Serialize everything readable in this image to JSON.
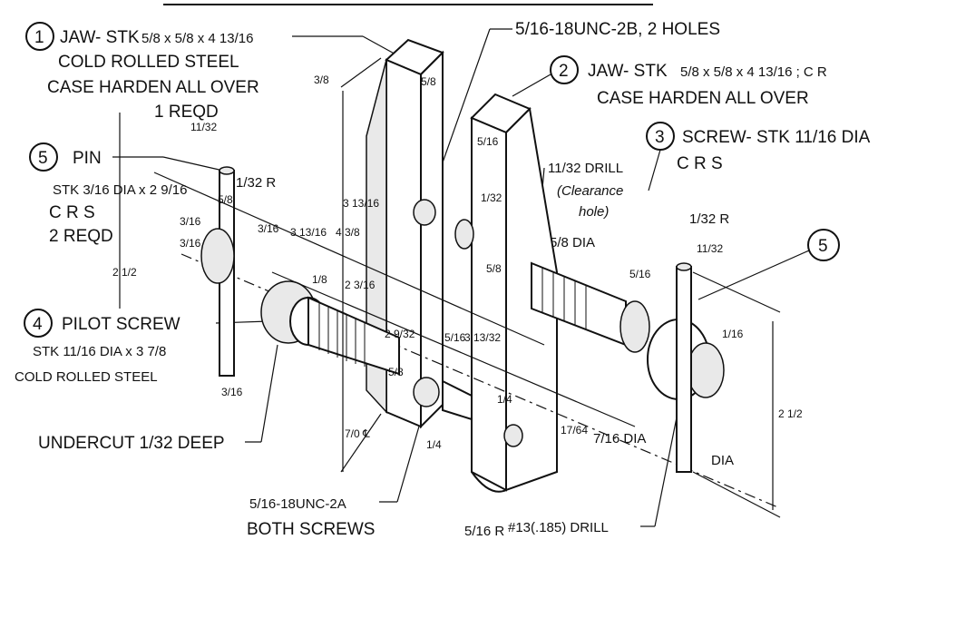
{
  "parts": {
    "p1": {
      "num": "1",
      "line1": "JAW- STK",
      "size": "5/8 x 5/8 x 4 13/16",
      "line2": "COLD ROLLED STEEL",
      "line3": "CASE HARDEN ALL OVER",
      "line4": "1 REQD"
    },
    "p2": {
      "num": "2",
      "line1": "JAW- STK",
      "size": "5/8 x 5/8 x 4 13/16 ; C R",
      "line2": "CASE HARDEN ALL OVER"
    },
    "p3": {
      "num": "3",
      "line1": "SCREW- STK 11/16 DIA",
      "line2": "C R S"
    },
    "p4": {
      "num": "4",
      "line1": "PILOT SCREW",
      "line2": "STK 11/16 DIA x 3 7/8",
      "line3": "COLD ROLLED STEEL"
    },
    "p5": {
      "num": "5",
      "line1": "PIN",
      "line2": "STK 3/16 DIA x 2 9/16",
      "line3": "C R S",
      "line4": "2 REQD"
    },
    "p5b": {
      "num": "5"
    }
  },
  "notes": {
    "holes": "5/16-18UNC-2B, 2 HOLES",
    "drill": "11/32 DRILL",
    "clearance": "(Clearance",
    "hole": "hole)",
    "undercut": "UNDERCUT 1/32 DEEP",
    "screws_a": "5/16-18UNC-2A",
    "screws_b": "BOTH SCREWS",
    "drill185": "#13(.185) DRILL",
    "dia58": "5/8 DIA",
    "dia716": "7/16 DIA",
    "dia": "DIA",
    "r516": "5/16 R",
    "r132a": "1/32 R",
    "r132b": "1/32 R",
    "cl": "7/0 ℄"
  },
  "dims": {
    "d_11_32": "11/32",
    "d_5_8_a": "5/8",
    "d_3_16_a": "3/16",
    "d_3_16_b": "3/16",
    "d_3_16_c": "3/16",
    "d_1_16": "1/16",
    "d_1_8": "1/8",
    "d_3_13_16": "3 13/16",
    "d_2_3_16": "2 3/16",
    "d_2_9_32": "2 9/32",
    "d_3_13_16b": "3 13/16",
    "d_4_3_8": "4 3/8",
    "d_3_13_32": "3 13/32",
    "d_3_8": "3/8",
    "d_5_16": "5/16",
    "d_2_1_2": "2 1/2",
    "d_2_1_2b": "2 1/2",
    "d_1_4": "1/4",
    "d_1_4b": "1/4",
    "d_17_64": "17/64",
    "d_5_8_b": "5/8",
    "d_5_8_c": "5/8",
    "d_5_8_d": "5/8",
    "d_5_16b": "5/16",
    "d_5_16c": "5/16",
    "d_1_32": "1/32",
    "d_11_32b": "11/32",
    "d_3_16_d": "3/16"
  }
}
